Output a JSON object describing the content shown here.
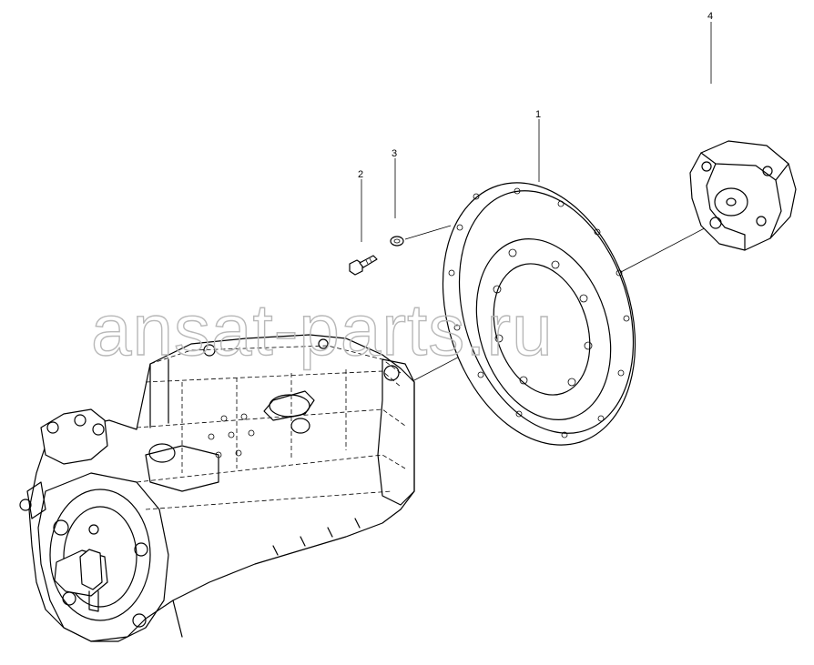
{
  "callouts": {
    "part_1": "1",
    "part_2": "2",
    "part_3": "3",
    "part_4": "4"
  },
  "watermark": "ansat-parts.ru",
  "colors": {
    "line": "#000000",
    "watermark": "#b8b8b8",
    "background": "#ffffff"
  }
}
